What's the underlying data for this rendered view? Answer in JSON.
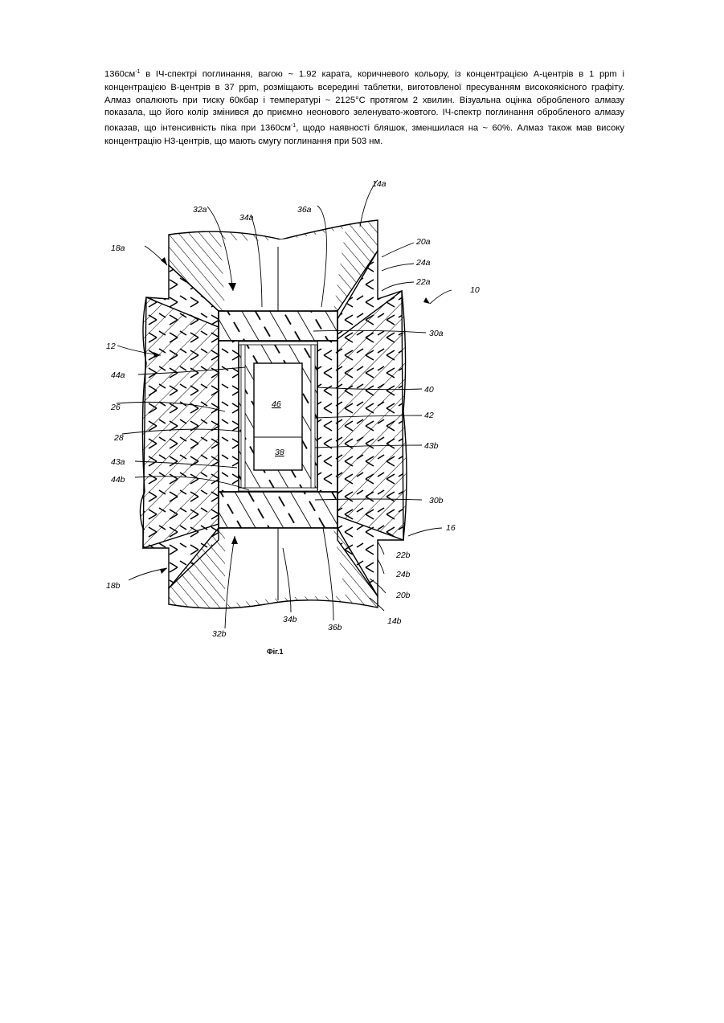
{
  "paragraph": {
    "p1": "1360см",
    "sup1": "-1",
    "p2": " в ІЧ-спектрі поглинання, вагою ~ 1.92 карата, коричневого кольору, із концентрацією А-центрів в 1 ppm і концентрацією В-центрів в 37 ppm, розміщають всередині таблетки, виготовленої пресуванням високоякісного графіту. Алмаз опалюють при тиску 60кбар і температурі ~ 2125°С протягом 2 хвилин. Візуальна оцінка обробленого алмазу показала, що його колір змінився до приємно неонового зеленувато-жовтого. ІЧ-спектр поглинання обробленого алмазу показав, що інтенсивність піка при 1360см",
    "sup2": "-1",
    "p3": ", щодо наявності бляшок, зменшилася на ~ 60%. Алмаз також мав високу концентрацію Н3-центрів, що мають смугу поглинання при 503 нм."
  },
  "figure": {
    "caption": "Фіг.1",
    "labels": {
      "l14a": "14a",
      "l32a": "32a",
      "l34a": "34a",
      "l36a": "36a",
      "l18a": "18a",
      "l20a": "20a",
      "l24a": "24a",
      "l22a": "22a",
      "l10": "10",
      "l30a": "30a",
      "l12": "12",
      "l44a": "44a",
      "l40": "40",
      "l46": "46",
      "l26": "26",
      "l42": "42",
      "l28": "28",
      "l38": "38",
      "l43b": "43b",
      "l43a": "43a",
      "l44b": "44b",
      "l30b": "30b",
      "l16": "16",
      "l22b": "22b",
      "l24b": "24b",
      "l18b": "18b",
      "l20b": "20b",
      "l34b": "34b",
      "l36b": "36b",
      "l14b": "14b",
      "l32b": "32b"
    }
  }
}
